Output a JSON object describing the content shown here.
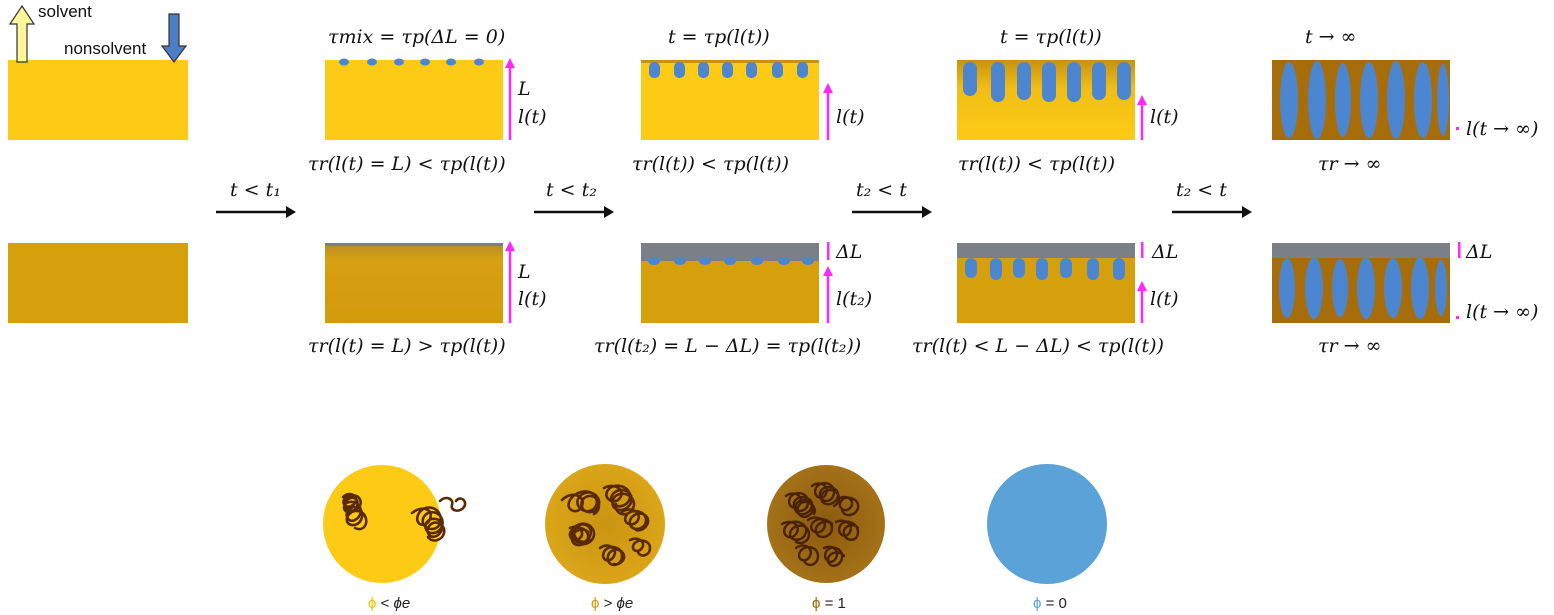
{
  "top_left": {
    "solvent_label": "solvent",
    "nonsolvent_label": "nonsolvent"
  },
  "arrows": {
    "a1": "t < t₁",
    "a2": "t < t₂",
    "a3": "t₂ < t",
    "a4": "t₂ < t"
  },
  "top_row": {
    "panel1": {
      "title": "τmix = τp(ΔL = 0)",
      "side_L": "L",
      "side_l": "l(t)",
      "caption": "τr(l(t) = L) < τp(l(t))"
    },
    "panel2": {
      "title": "t = τp(l(t))",
      "side_l": "l(t)",
      "caption": "τr(l(t)) < τp(l(t))"
    },
    "panel3": {
      "title": "t = τp(l(t))",
      "side_l": "l(t)",
      "caption": "τr(l(t)) < τp(l(t))"
    },
    "panel4": {
      "title": "t → ∞",
      "side_l": "l(t → ∞)",
      "caption": "τr → ∞"
    }
  },
  "bottom_row": {
    "panel1": {
      "side_L": "L",
      "side_l": "l(t)",
      "caption": "τr(l(t) = L) > τp(l(t))"
    },
    "panel2": {
      "side_dL": "ΔL",
      "side_l": "l(t₂)",
      "caption": "τr(l(t₂) = L − ΔL) = τp(l(t₂))"
    },
    "panel3": {
      "side_dL": "ΔL",
      "side_l": "l(t)",
      "caption": "τr(l(t) < L − ΔL) < τp(l(t))"
    },
    "panel4": {
      "side_dL": "ΔL",
      "side_l": "l(t → ∞)",
      "caption": "τr → ∞"
    }
  },
  "legend": [
    {
      "symbol": "ϕ",
      "relation": " < ",
      "value": "ϕe"
    },
    {
      "symbol": "ϕ",
      "relation": " > ",
      "value": "ϕe"
    },
    {
      "symbol": "ϕ",
      "relation": " = ",
      "value": "1"
    },
    {
      "symbol": "ϕ",
      "relation": " = ",
      "value": "0"
    }
  ],
  "colors": {
    "dilute": "#fdcb16",
    "semidilute": "#d8a10c",
    "dense": "#a76d0a",
    "skin": "#7b7f86",
    "pore": "#4d86d0",
    "magenta": "#ff28ff",
    "chain": "#5a2a05"
  }
}
